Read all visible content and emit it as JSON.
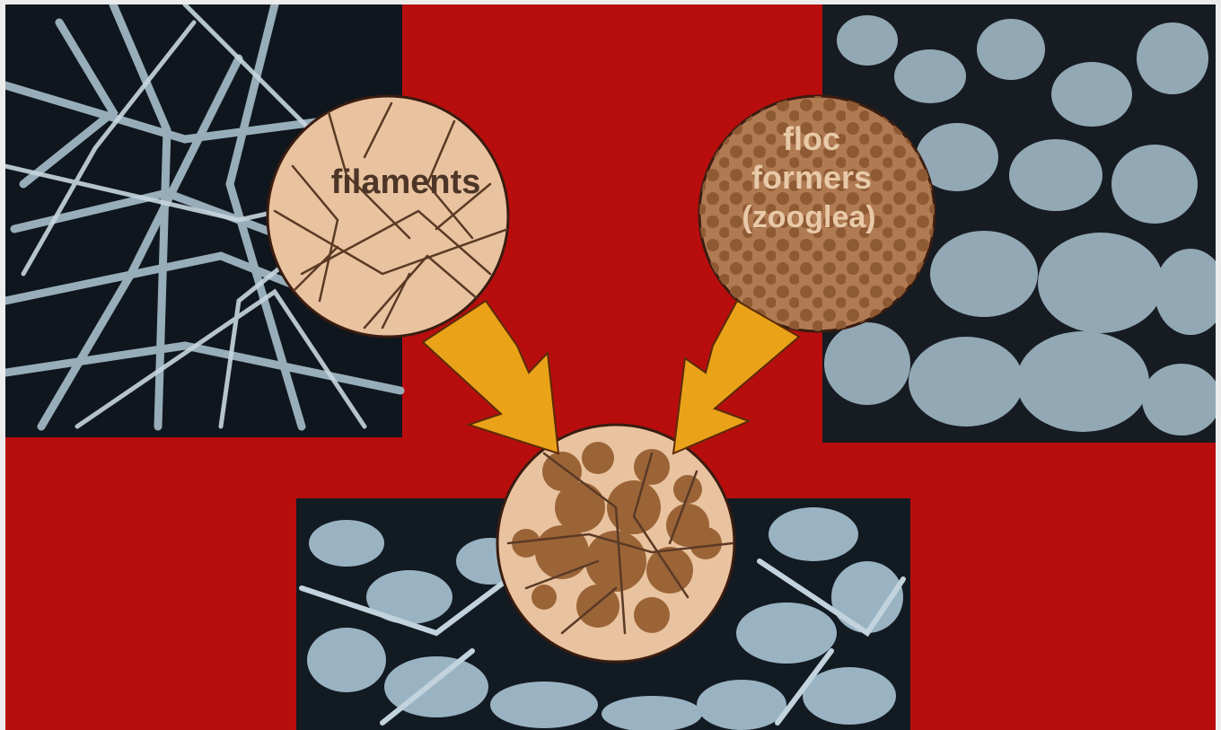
{
  "labels": {
    "filaments": "filaments",
    "floc_line1": "floc",
    "floc_line2": "formers",
    "floc_line3": "(zooglea)"
  },
  "colors": {
    "background_red": "#b80d0d",
    "circle_fill": "#e9c39f",
    "floc_circle_fill": "#b07a52",
    "floc_blob": "#8e5a34",
    "filament_line": "#5a3a25",
    "arrow": "#eaa219",
    "photo_dark": "#101820",
    "photo_light": "#9fb6c2"
  },
  "icons": [
    "arrow-icon"
  ]
}
